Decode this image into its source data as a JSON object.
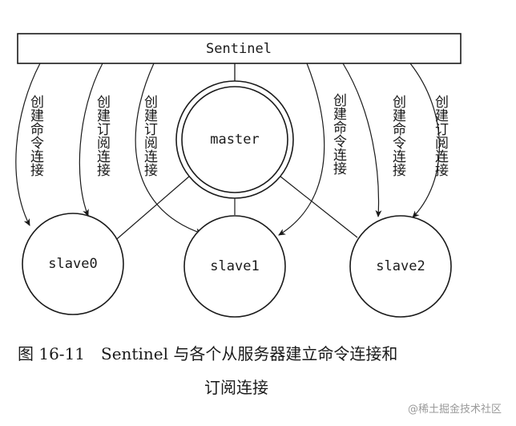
{
  "nodes": {
    "sentinel": "Sentinel",
    "master": "master",
    "slave0": "slave0",
    "slave1": "slave1",
    "slave2": "slave2"
  },
  "edges": [
    {
      "id": "c0",
      "label": "创建命令连接",
      "to": "slave0"
    },
    {
      "id": "s0",
      "label": "创建订阅连接",
      "to": "slave0"
    },
    {
      "id": "s1",
      "label": "创建订阅连接",
      "to": "slave1"
    },
    {
      "id": "c1",
      "label": "创建命令连接",
      "to": "slave1"
    },
    {
      "id": "c2",
      "label": "创建命令连接",
      "to": "slave2"
    },
    {
      "id": "s2",
      "label": "创建订阅连接",
      "to": "slave2"
    }
  ],
  "caption": {
    "line1": "图 16-11　Sentinel 与各个从服务器建立命令连接和",
    "line2": "订阅连接"
  },
  "watermark": "@稀土掘金技术社区",
  "colors": {
    "stroke": "#1a1a1a",
    "background": "#ffffff"
  }
}
